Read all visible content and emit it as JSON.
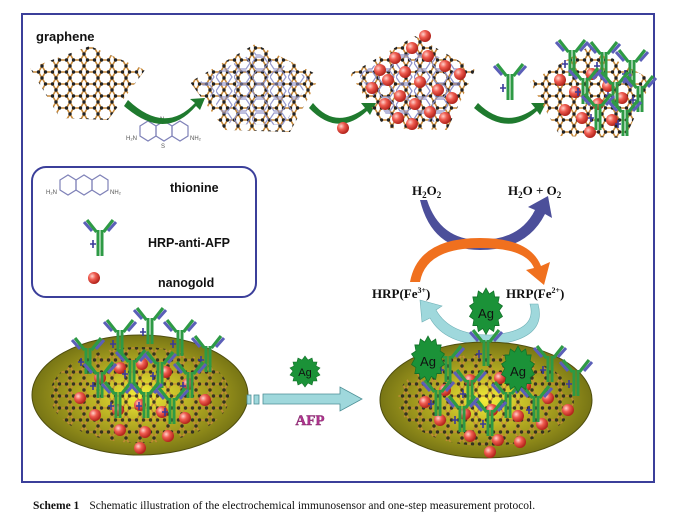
{
  "figure": {
    "labels": {
      "graphene": "graphene",
      "ag": "Ag",
      "afp": "AFP",
      "h2o2": {
        "base1": "H",
        "sub1": "2",
        "base2": "O",
        "sub2": "2"
      },
      "products": {
        "p1": "H",
        "s1": "2",
        "p2": "O + O",
        "s2": "2"
      },
      "hrp_fe3": {
        "base": "HRP(Fe",
        "sup": "3+",
        "close": ")"
      },
      "hrp_fe2": {
        "base": "HRP(Fe",
        "sup": "2+",
        "close": ")"
      },
      "nh2_left": "H₂N",
      "nh2_right": "NH₂",
      "n_atom": "N",
      "s_atom": "S"
    },
    "legend": {
      "items": [
        {
          "icon": "thionine-structure-icon",
          "label": "thionine"
        },
        {
          "icon": "antibody-icon",
          "label": "HRP-anti-AFP"
        },
        {
          "icon": "nanogold-sphere-icon",
          "label": "nanogold"
        }
      ]
    },
    "colors": {
      "frame": "#3b3f9a",
      "antibody_green": "#2e9a45",
      "antibody_blue": "#5b5fb8",
      "nanogold_red": "#e8564a",
      "electrode_olive": "#8c8a1c",
      "arrow_green": "#1f7a2e",
      "arrow_cyan": "#9fd8dc",
      "arrow_orange": "#f0701e",
      "arrow_indigo": "#4c4f9a",
      "afp_magenta": "#b0338f"
    }
  },
  "caption": {
    "label": "Scheme 1",
    "text": "Schematic illustration of the electrochemical immunosensor and one-step measurement protocol."
  }
}
